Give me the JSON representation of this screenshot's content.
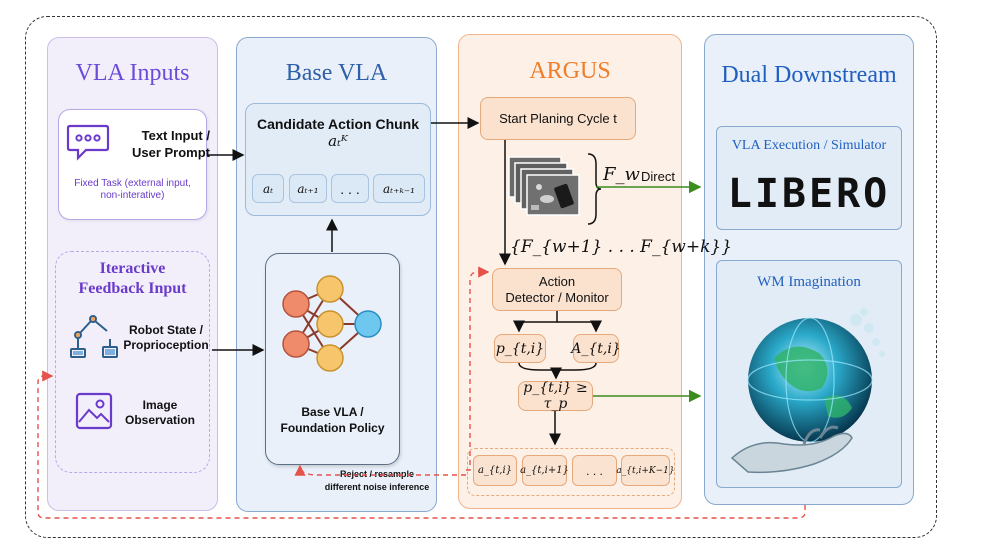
{
  "colors": {
    "vla_title": "#6a4cd8",
    "base_title": "#2e5fa8",
    "argus_title": "#ef7d2a",
    "down_title": "#1f5fbf",
    "green_arrow": "#3d8c1e",
    "red_dash": "#e4524a",
    "purple_text": "#6a3bcb"
  },
  "vla_inputs": {
    "title": "VLA Inputs",
    "text_input_line1": "Text Input /",
    "text_input_line2": "User Prompt",
    "fixed_task_line1": "Fixed Task (external input,",
    "fixed_task_line2": "non-interative)",
    "feedback_title_line1": "Iteractive",
    "feedback_title_line2": "Feedback Input",
    "robot_state_line1": "Robot State /",
    "robot_state_line2": "Proprioception",
    "image_obs_line1": "Image",
    "image_obs_line2": "Observation",
    "icons": [
      "chat-icon",
      "robot-arm-icon",
      "image-icon"
    ]
  },
  "base_vla": {
    "title": "Base VLA",
    "chunk_title": "Candidate Action Chunk",
    "chunk_symbol": "aₜᴷ",
    "tokens": [
      "aₜ",
      "aₜ₊₁",
      ". . .",
      "aₜ₊ₖ₋₁"
    ],
    "policy_line1": "Base VLA /",
    "policy_line2": "Foundation Policy",
    "icons": [
      "neural-network-icon"
    ]
  },
  "argus": {
    "title": "ARGUS",
    "start_cycle": "Start Planing Cycle t",
    "fw_label": "F_w",
    "direct_label": "Direct",
    "future_frames": "{F_{w+1} . . . F_{w+k}}",
    "detector_line1": "Action",
    "detector_line2": "Detector / Monitor",
    "p_label": "p_{t,i}",
    "a_label": "A_{t,i}",
    "threshold": "p_{t,i} ≥ τ_p",
    "tokens": [
      "a_{t,i}",
      "a_{t,i+1}",
      ". . .",
      "a_{t,i+K−1}"
    ],
    "reject_line1": "Reject / resample",
    "reject_line2": "different noise inference"
  },
  "downstream": {
    "title": "Dual Downstream",
    "exec_title": "VLA Execution / Simulator",
    "logo_text": "LIBERO",
    "wm_title": "WM Imagination",
    "icons": [
      "libero-logo-icon",
      "globe-hand-icon"
    ]
  }
}
